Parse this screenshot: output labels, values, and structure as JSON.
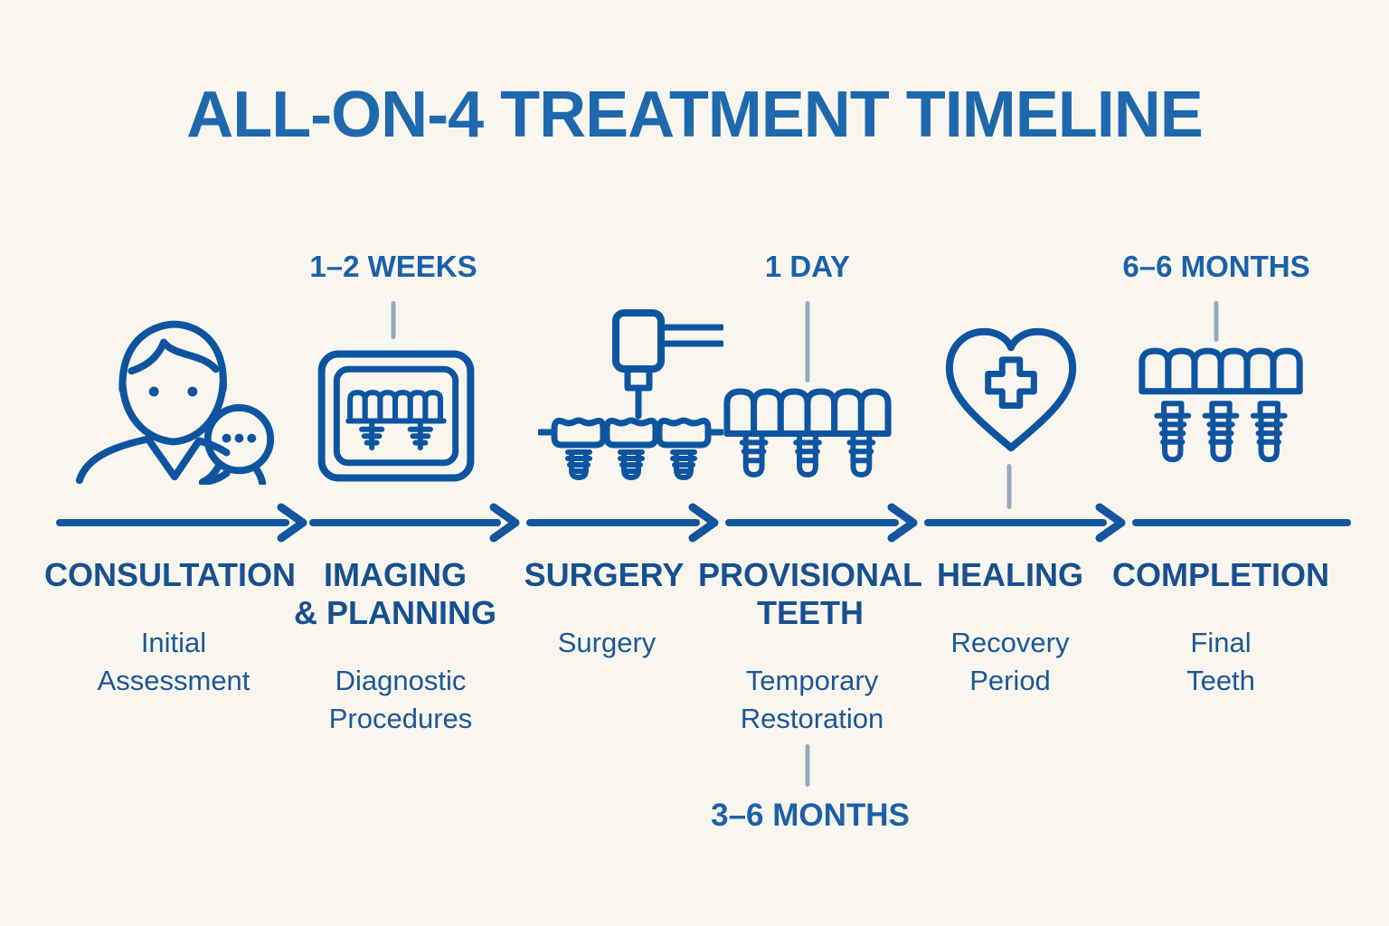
{
  "title": "ALL-ON-4 TREATMENT TIMELINE",
  "colors": {
    "background": "#f9f6f0",
    "title_blue": "#1e69ae",
    "stage_label_blue": "#17508f",
    "sub_label_blue": "#1b5796",
    "duration_blue": "#1b61a7",
    "icon_stroke_blue": "#0e55a1",
    "arrow_blue": "#11569e",
    "connector_gray": "#96a9bc"
  },
  "stages": [
    {
      "label": "CONSULTATION",
      "sublabel": "Initial\nAssessment",
      "icon": "patient-consultation-icon"
    },
    {
      "label": "IMAGING\n& PLANNING",
      "sublabel": "Diagnostic\nProcedures",
      "duration_above": "1–2 WEEKS",
      "icon": "xray-scan-icon"
    },
    {
      "label": "SURGERY",
      "sublabel": "Surgery",
      "icon": "dental-drill-icon"
    },
    {
      "label": "PROVISIONAL\nTEETH",
      "sublabel": "Temporary\nRestoration",
      "duration_above": "1 DAY",
      "duration_below": "3–6 MONTHS",
      "icon": "provisional-teeth-icon"
    },
    {
      "label": "HEALING",
      "sublabel": "Recovery\nPeriod",
      "icon": "healing-heart-icon"
    },
    {
      "label": "COMPLETION",
      "sublabel": "Final\nTeeth",
      "duration_above": "6–6 MONTHS",
      "icon": "final-teeth-icon"
    }
  ]
}
